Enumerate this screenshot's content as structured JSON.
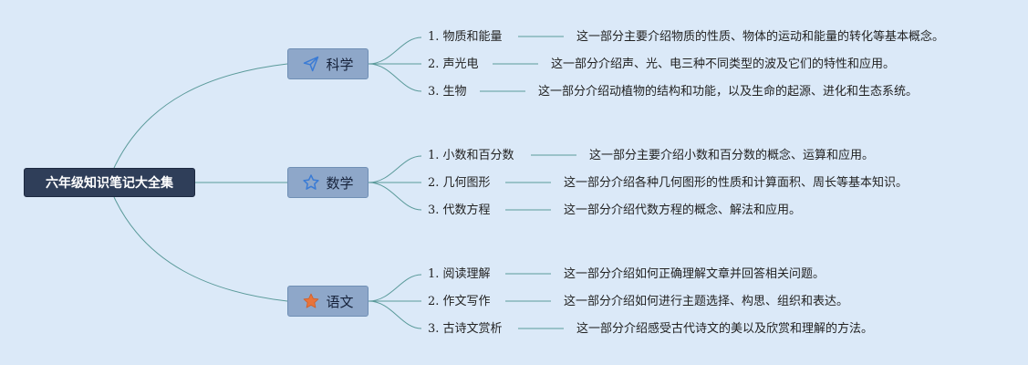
{
  "root": {
    "label": "六年级知识笔记大全集"
  },
  "topics": [
    {
      "label": "科学",
      "icon": "paper-plane-icon",
      "items": [
        {
          "label": "1. 物质和能量",
          "desc": "这一部分主要介绍物质的性质、物体的运动和能量的转化等基本概念。"
        },
        {
          "label": "2. 声光电",
          "desc": "这一部分介绍声、光、电三种不同类型的波及它们的特性和应用。"
        },
        {
          "label": "3. 生物",
          "desc": "这一部分介绍动植物的结构和功能，以及生命的起源、进化和生态系统。"
        }
      ]
    },
    {
      "label": "数学",
      "icon": "star-outline-icon",
      "items": [
        {
          "label": "1. 小数和百分数",
          "desc": "这一部分主要介绍小数和百分数的概念、运算和应用。"
        },
        {
          "label": "2. 几何图形",
          "desc": "这一部分介绍各种几何图形的性质和计算面积、周长等基本知识。"
        },
        {
          "label": "3. 代数方程",
          "desc": "这一部分介绍代数方程的概念、解法和应用。"
        }
      ]
    },
    {
      "label": "语文",
      "icon": "star-filled-icon",
      "items": [
        {
          "label": "1. 阅读理解",
          "desc": "这一部分介绍如何正确理解文章并回答相关问题。"
        },
        {
          "label": "2. 作文写作",
          "desc": "这一部分介绍如何进行主题选择、构思、组织和表达。"
        },
        {
          "label": "3. 古诗文赏析",
          "desc": "这一部分介绍感受古代诗文的美以及欣赏和理解的方法。"
        }
      ]
    }
  ],
  "colors": {
    "background": "#dbe9f8",
    "root": "#2f3e59",
    "topic": "#8ea7c9",
    "line": "#5a9a9a",
    "star_filled": "#e8743b",
    "accent_blue": "#3a7bd5"
  }
}
